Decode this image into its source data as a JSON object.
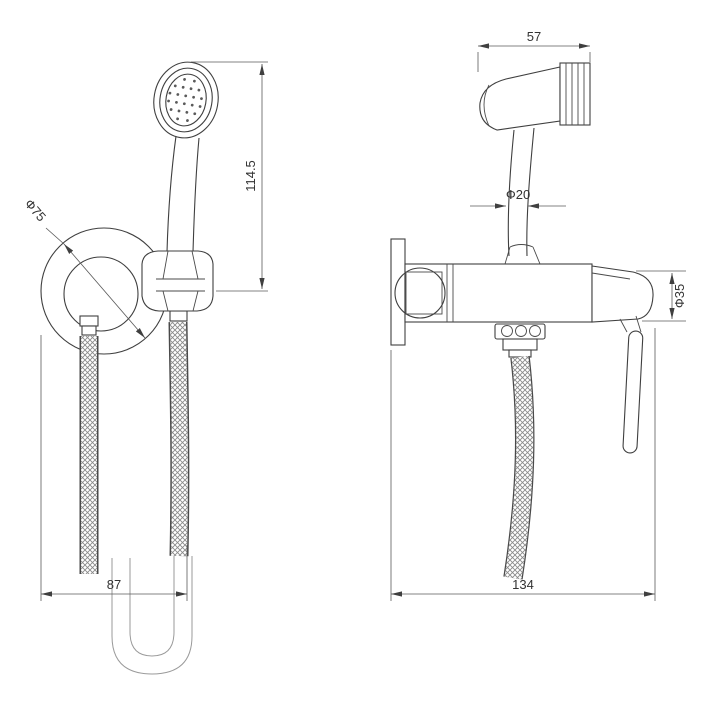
{
  "page": {
    "background": "#ffffff",
    "line_color": "#3f3f3f"
  },
  "dims": {
    "front_handle_length": "114.5",
    "front_plate_diameter": "Ф75",
    "front_overall_width": "87",
    "side_head_width": "57",
    "side_handle_diameter": "Ф20",
    "side_outlet_diameter": "Ф35",
    "side_overall_width": "134"
  }
}
